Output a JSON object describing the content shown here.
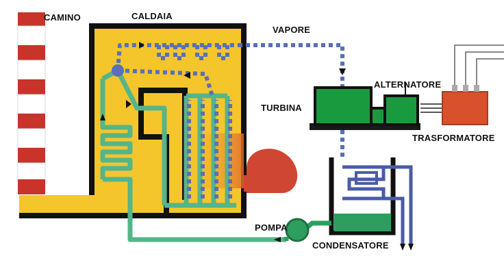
{
  "labels": {
    "camino": "CAMINO",
    "caldaia": "CALDAIA",
    "vapore": "VAPORE",
    "alternatore": "ALTERNATORE",
    "turbina": "TURBINA",
    "trasformatore": "TRASFORMATORE",
    "pompa": "POMPA",
    "condensatore": "CONDENSATORE"
  },
  "colors": {
    "boiler_fill": "#f5c52c",
    "boiler_wall": "#111111",
    "chimney_red": "#c8342a",
    "steam_blue": "#5a6fb8",
    "water_green": "#55b58a",
    "turbine_green": "#1a9a3e",
    "transformer_orange": "#d9502d",
    "burner_red": "#cf4632",
    "cooling_blue": "#4a5ca8",
    "condenser_water": "#2e9e5e"
  }
}
